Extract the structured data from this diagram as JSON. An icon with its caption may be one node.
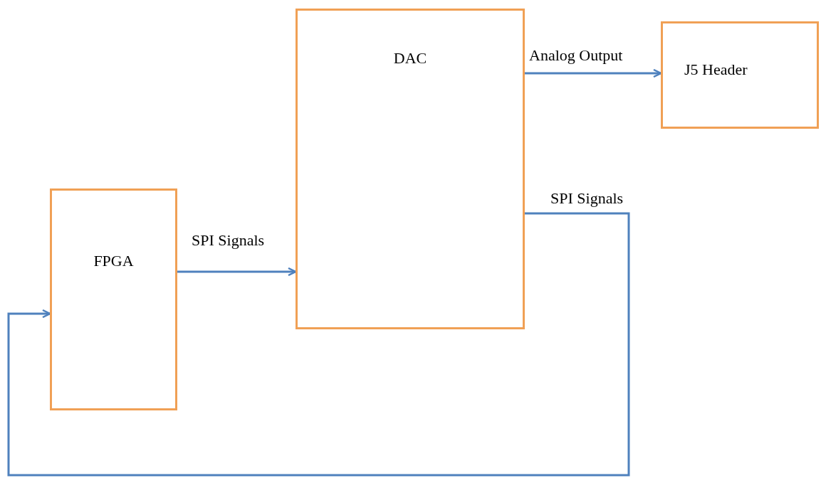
{
  "diagram": {
    "nodes": [
      {
        "text": [
          "FPGA"
        ]
      },
      {
        "text": [
          "DAC"
        ]
      },
      {
        "text": [
          "J5 Header"
        ]
      }
    ],
    "edges": [
      {
        "from": 0,
        "to": 1,
        "arrow": "to",
        "label": "SPI Signals"
      },
      {
        "from": 1,
        "to": 2,
        "arrow": "to",
        "label": "Analog Output"
      },
      {
        "from": 1,
        "to": 0,
        "arrow": "to",
        "label": "SPI Signals"
      }
    ]
  }
}
